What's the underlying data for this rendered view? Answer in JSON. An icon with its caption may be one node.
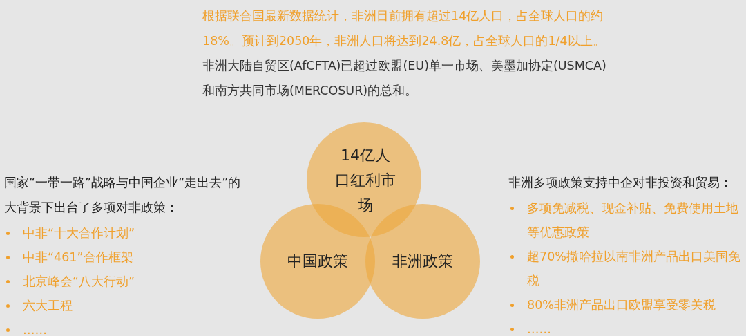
{
  "diagram": {
    "nodes": [
      {
        "text": [
          "14亿人口红利市场"
        ]
      },
      {
        "text": [
          "中国政策"
        ]
      },
      {
        "text": [
          "非洲政策"
        ]
      }
    ],
    "labels": [
      "根据联合国最新数据统计，非洲目前拥有超过14亿人口，占全球人口的约18%。预计到2050年，非洲人口将达到24.8亿，占全球人口的1/4以上。",
      "非洲大陆自贸区(AfCFTA)已超过欧盟(EU)单一市场、美墨加协定(USMCA)和南方共同市场(MERCOSUR)的总和。",
      "国家“一带一路”战略与中国企业“走出去”的大背景下出台了多项对非政策：",
      "中非“十大合作计划”",
      "中非“461”合作框架",
      "北京峰会“八大行动”",
      "六大工程",
      "……",
      "非洲多项政策支持中企对非投资和贸易：",
      "多项免减税、现金补贴、免费使用土地等优惠政策",
      "超70%撒哈拉以南非洲产品出口美国免税",
      "80%非洲产品出口欧盟享受零关税",
      "……"
    ]
  }
}
